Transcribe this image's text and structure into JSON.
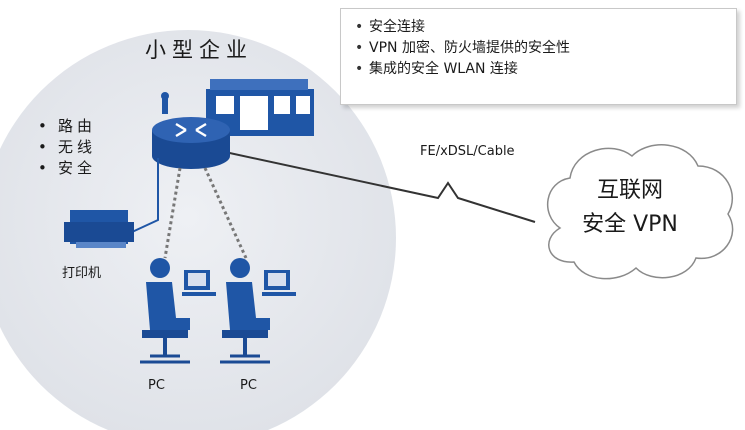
{
  "callout": {
    "items": [
      "安全连接",
      "VPN 加密、防火墙提供的安全性",
      "集成的安全 WLAN 连接"
    ]
  },
  "office": {
    "title": "小型企业",
    "features": [
      "路由",
      "无线",
      "安全"
    ],
    "printer_label": "打印机",
    "pc_labels": [
      "PC",
      "PC"
    ]
  },
  "link": {
    "label": "FE/xDSL/Cable"
  },
  "cloud": {
    "line1": "互联网",
    "line2": "安全 VPN"
  },
  "colors": {
    "device_blue": "#1f56a6",
    "circle_fill": "#e7e9ee",
    "cloud_border": "#999999",
    "link_line": "#333333"
  },
  "icons": [
    "router-icon",
    "building-icon",
    "printer-icon",
    "pc-user-icon",
    "cloud-icon",
    "wireless-link-icon"
  ]
}
